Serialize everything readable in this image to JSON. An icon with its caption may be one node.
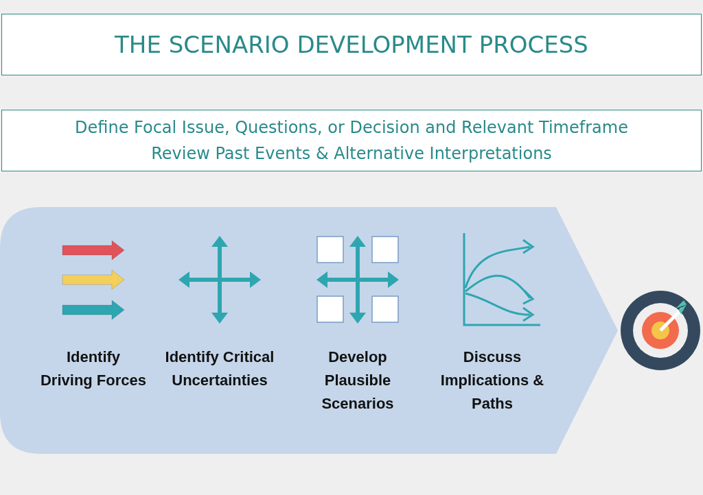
{
  "diagram": {
    "title": "THE SCENARIO DEVELOPMENT PROCESS",
    "nodes": [
      {
        "text": [
          "Define Focal Issue, Questions, or Decision and Relevant Timeframe",
          "Review Past Events & Alternative Interpretations"
        ]
      },
      {
        "text": [
          "Identify Driving Forces",
          "Identify Critical Uncertainties",
          "Develop Plausible Scenarios",
          "Discuss Implications & Paths"
        ]
      }
    ]
  }
}
